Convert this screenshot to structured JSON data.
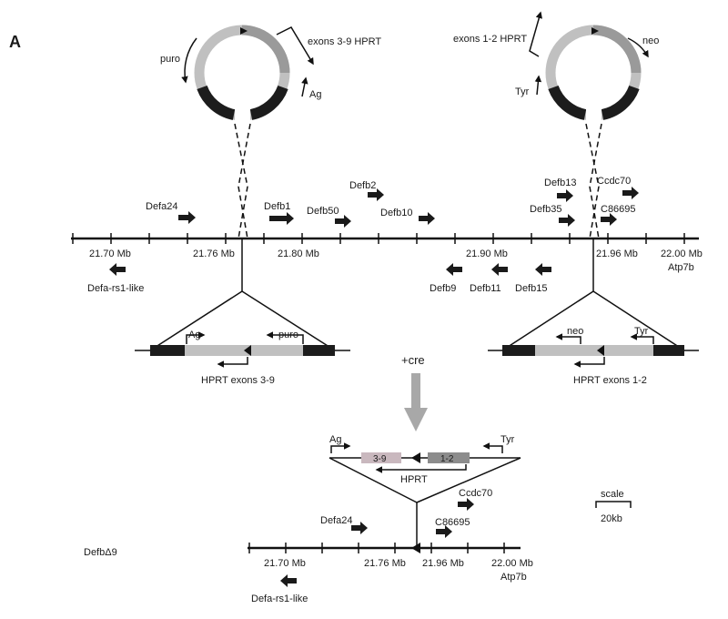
{
  "panel_label": "A",
  "colors": {
    "line": "#111111",
    "plasmid_light": "#c0c0c0",
    "plasmid_mid": "#9a9a9a",
    "plasmid_dark": "#1c1c1c",
    "cre_arrow": "#a8a8a8",
    "hprt_39_box": "#c9b8be",
    "hprt_12_box": "#8c8c8c"
  },
  "left_plasmid": {
    "puro": "puro",
    "exons": "exons 3-9 HPRT",
    "ag": "Ag"
  },
  "right_plasmid": {
    "exons": "exons 1-2 HPRT",
    "neo": "neo",
    "tyr": "Tyr"
  },
  "main_locus": {
    "genes_above": [
      "Defa24",
      "Defb1",
      "Defb50",
      "Defb2",
      "Defb10",
      "Defb13",
      "Ccdc70",
      "Defb35",
      "C86695"
    ],
    "genes_below": [
      "Defa-rs1-like",
      "Defb9",
      "Defb11",
      "Defb15"
    ],
    "tick_labels": [
      "21.70 Mb",
      "21.76 Mb",
      "21.80 Mb",
      "21.90 Mb",
      "21.96 Mb",
      "22.00 Mb"
    ],
    "end_label": "Atp7b"
  },
  "left_insert": {
    "ag": "Ag",
    "puro": "puro",
    "hprt": "HPRT exons 3-9"
  },
  "right_insert": {
    "neo": "neo",
    "tyr": "Tyr",
    "hprt": "HPRT exons 1-2"
  },
  "cre_label": "+cre",
  "recombined": {
    "ag": "Ag",
    "tyr": "Tyr",
    "box_39": "3-9",
    "box_12": "1-2",
    "hprt": "HPRT",
    "genes": [
      "Ccdc70",
      "Defa24",
      "C86695",
      "Defa-rs1-like"
    ],
    "tick_labels": [
      "21.70 Mb",
      "21.76 Mb",
      "21.96 Mb",
      "22.00 Mb"
    ],
    "end_label": "Atp7b",
    "allele_name": "DefbΔ9"
  },
  "scale": {
    "title": "scale",
    "value": "20kb"
  }
}
